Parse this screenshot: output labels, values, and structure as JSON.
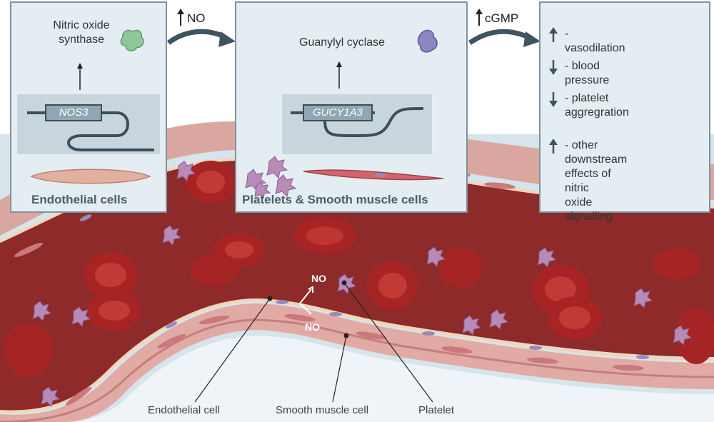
{
  "panels": {
    "endothelial": {
      "enzyme": "Nitric oxide\nsynthase",
      "gene": "NOS3",
      "cell_label": "Endothelial cells"
    },
    "platelet": {
      "enzyme": "Guanylyl cyclase",
      "gene": "GUCY1A3",
      "cell_label": "Platelets & Smooth muscle cells"
    },
    "effects": {
      "items": [
        {
          "direction": "up",
          "text": "- vasodilation"
        },
        {
          "direction": "down",
          "text": "- blood pressure"
        },
        {
          "direction": "down",
          "text": "- platelet\naggregration"
        },
        {
          "direction": "up",
          "text": "- other downstream\neffects of nitric\noxide signalling"
        }
      ]
    }
  },
  "flow": {
    "arrow1_label": "NO",
    "arrow2_label": "cGMP"
  },
  "vessel": {
    "no_label_1": "NO",
    "no_label_2": "NO",
    "callouts": {
      "endothelial": "Endothelial cell",
      "smooth_muscle": "Smooth muscle cell",
      "platelet": "Platelet"
    }
  },
  "colors": {
    "panel_bg": "#e4edf2",
    "panel_border": "#7d93a1",
    "lumen": "#8e2a2a",
    "rbc": "#b12a2a",
    "vessel_wall": "#e9b8b2",
    "platelet": "#b88ab8",
    "gene_box": "#8fa6b3",
    "dna_line": "#3c4e59",
    "arrow_dark": "#3f5461",
    "nos_enzyme": "#8ec79a",
    "gc_enzyme": "#8c86c4"
  },
  "icons": [
    "up-arrow-icon",
    "down-arrow-icon",
    "flow-arrow-icon",
    "enzyme-blob-icon"
  ]
}
